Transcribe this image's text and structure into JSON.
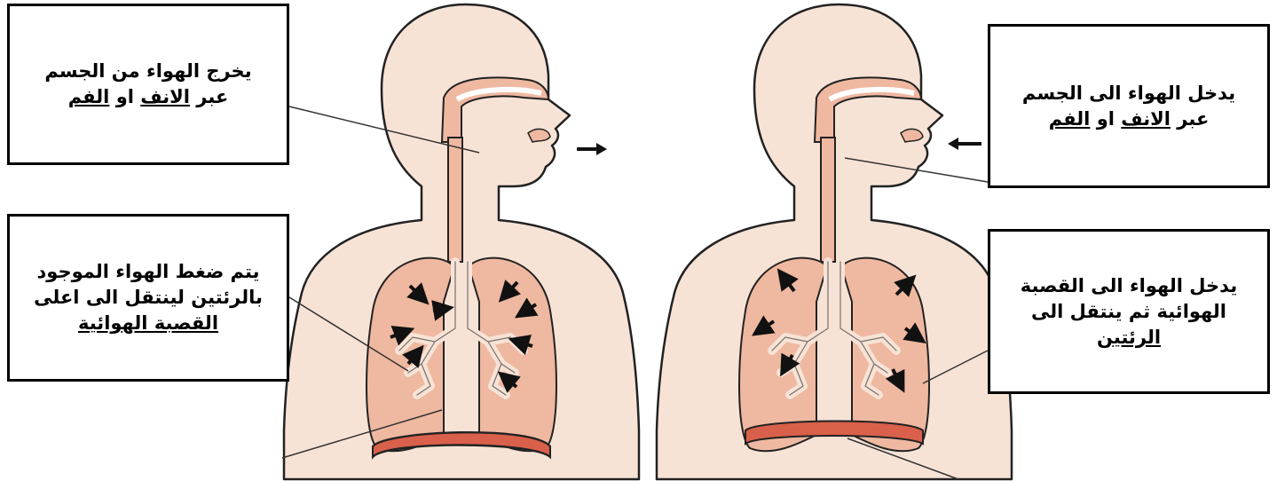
{
  "exhale": {
    "air_box": {
      "line1": "يخرج الهواء من الجسم",
      "line2_pre": "عبر ",
      "line2_u1": "الانف",
      "line2_mid": " او ",
      "line2_u2": "الفم"
    },
    "lungs_box": {
      "line1": "يتم ضغط الهواء الموجود",
      "line2": "بالرئتين لينتقل الى اعلى",
      "line3_u": "القصبة الهوائية"
    }
  },
  "inhale": {
    "air_box": {
      "line1": "يدخل الهواء الى الجسم",
      "line2_pre": "عبر ",
      "line2_u1": "الانف",
      "line2_mid": " او ",
      "line2_u2": "الفم"
    },
    "lungs_box": {
      "line1": "يدخل الهواء الى القصبة",
      "line2": "الهوائية ثم ينتقل الى",
      "line3_u": "الرئتين"
    }
  },
  "colors": {
    "skin": "#f7e3d6",
    "organ": "#efb8a0",
    "diaphragm": "#d9604a",
    "outline": "#222222"
  }
}
